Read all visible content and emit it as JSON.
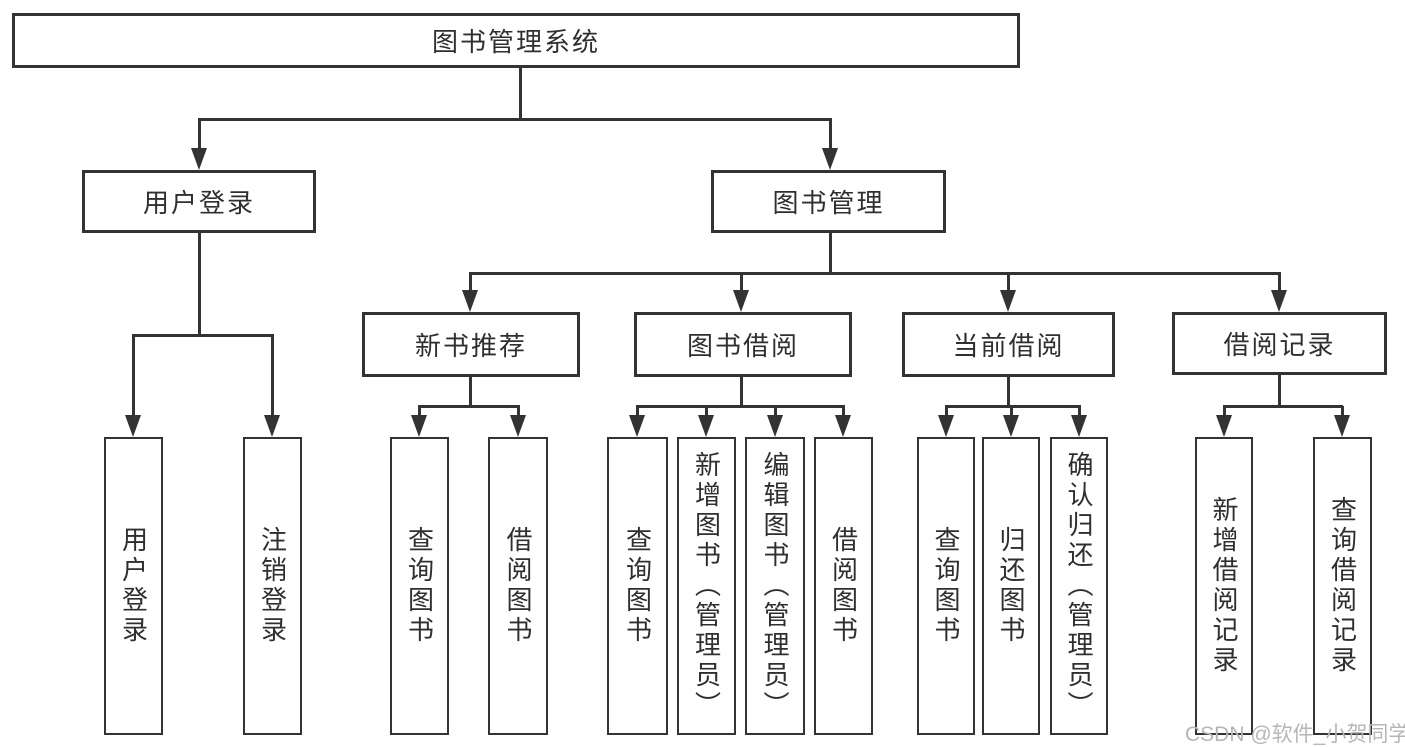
{
  "tree": {
    "root": {
      "label": "图书管理系统"
    },
    "level1": [
      {
        "label": "用户登录",
        "leaves": [
          "用户登录",
          "注销登录"
        ]
      },
      {
        "label": "图书管理"
      }
    ],
    "level2": [
      {
        "label": "新书推荐",
        "leaves": [
          "查询图书",
          "借阅图书"
        ]
      },
      {
        "label": "图书借阅",
        "leaves": [
          "查询图书",
          "新增图书（管理员）",
          "编辑图书（管理员）",
          "借阅图书"
        ]
      },
      {
        "label": "当前借阅",
        "leaves": [
          "查询图书",
          "归还图书",
          "确认归还（管理员）"
        ]
      },
      {
        "label": "借阅记录",
        "leaves": [
          "新增借阅记录",
          "查询借阅记录"
        ]
      }
    ]
  },
  "watermark": "CSDN @软件_小贺同学",
  "colors": {
    "line": "#333333",
    "text": "#2f2f2f",
    "watermark": "#b4b6b9",
    "background": "#ffffff"
  }
}
